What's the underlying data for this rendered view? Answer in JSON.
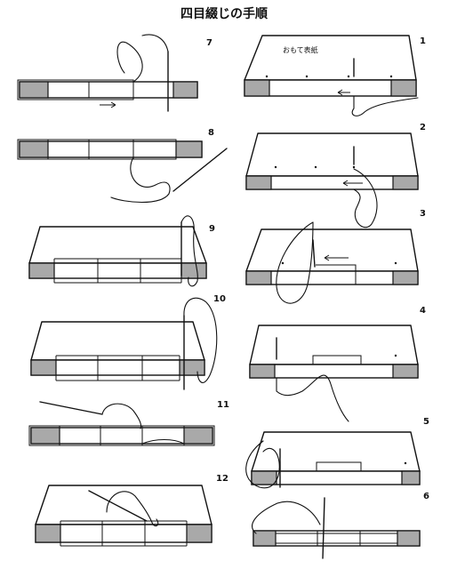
{
  "title": "四目綴じの手順",
  "cover_label": "おもて表紙",
  "steps": {
    "s1": "1",
    "s2": "2",
    "s3": "3",
    "s4": "4",
    "s5": "5",
    "s6": "6",
    "s7": "7",
    "s8": "8",
    "s9": "9",
    "s10": "10",
    "s11": "11",
    "s12": "12"
  }
}
